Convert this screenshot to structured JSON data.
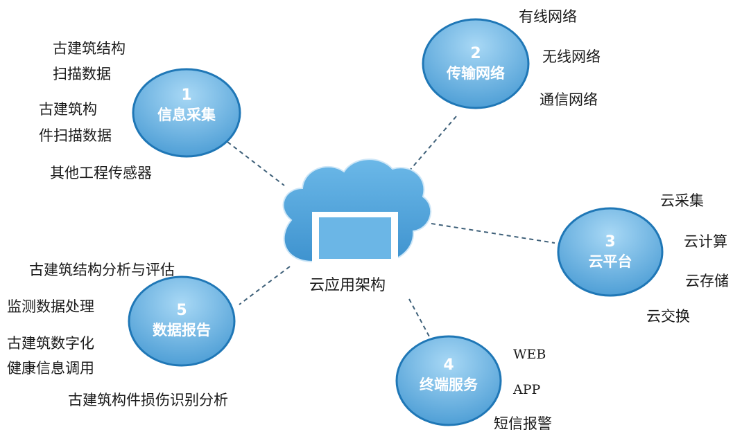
{
  "center": {
    "label": "云应用架构"
  },
  "nodes": [
    {
      "number": "1",
      "title": "信息采集",
      "items": [
        "古建筑结构",
        "扫描数据",
        "古建筑构",
        "件扫描数据",
        "其他工程传感器"
      ]
    },
    {
      "number": "2",
      "title": "传输网络",
      "items": [
        "有线网络",
        "无线网络",
        "通信网络"
      ]
    },
    {
      "number": "3",
      "title": "云平台",
      "items": [
        "云采集",
        "云计算",
        "云存储",
        "云交换"
      ]
    },
    {
      "number": "4",
      "title": "终端服务",
      "items": [
        "WEB",
        "APP",
        "短信报警"
      ]
    },
    {
      "number": "5",
      "title": "数据报告",
      "items": [
        "古建筑结构分析与评估",
        "监测数据处理",
        "古建筑数字化",
        "健康信息调用",
        "古建筑构件损伤识别分析"
      ]
    }
  ],
  "colors": {
    "bubble_fill_top": "#9fd2f2",
    "bubble_fill_bottom": "#4f9fd6",
    "bubble_stroke": "#1f77b6",
    "cloud_fill": "#5aaae0",
    "connector": "#3d5f78"
  }
}
